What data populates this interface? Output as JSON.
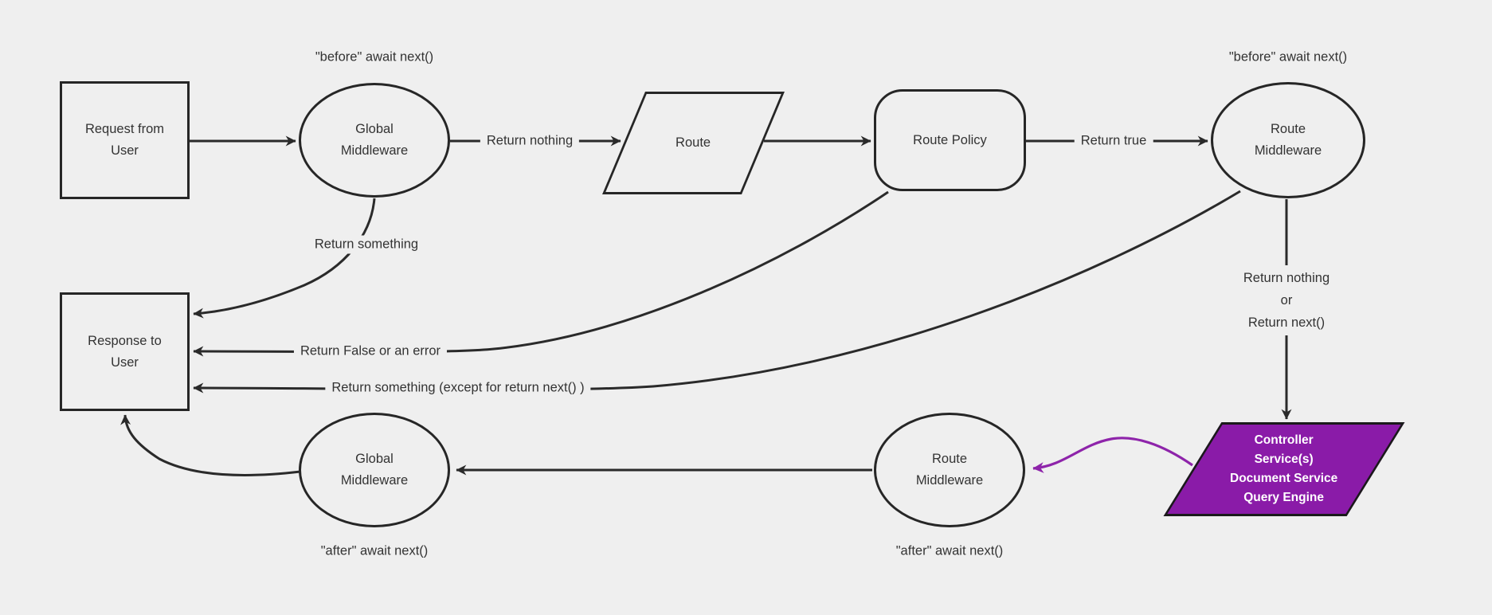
{
  "colors": {
    "background": "#efefef",
    "node_fill": "#efefef",
    "node_border": "#262626",
    "text": "#333333",
    "accent_purple_fill": "#8a1ba8",
    "accent_purple_arrow": "#8e24aa"
  },
  "nodes": {
    "request": {
      "label": "Request from User"
    },
    "global_middleware_top": {
      "label": "Global Middleware"
    },
    "route": {
      "label": "Route"
    },
    "route_policy": {
      "label": "Route Policy"
    },
    "route_middleware_top": {
      "label": "Route Middleware"
    },
    "response": {
      "label": "Response to User"
    },
    "global_middleware_bottom": {
      "label": "Global Middleware"
    },
    "route_middleware_bottom": {
      "label": "Route Middleware"
    },
    "services": {
      "lines": [
        "Controller",
        "Service(s)",
        "Document Service",
        "Query Engine"
      ]
    }
  },
  "annotations": {
    "before_global": "\"before\" await next()",
    "before_route": "\"before\" await next()",
    "after_global": "\"after\" await next()",
    "after_route": "\"after\" await next()"
  },
  "edge_labels": {
    "return_nothing": "Return nothing",
    "return_true": "Return true",
    "return_something": "Return something",
    "return_false": "Return False or an error",
    "return_something_except": "Return something (except for return next() )",
    "return_nothing_or_next": {
      "lines": [
        "Return nothing",
        "or",
        "Return next()"
      ]
    }
  }
}
